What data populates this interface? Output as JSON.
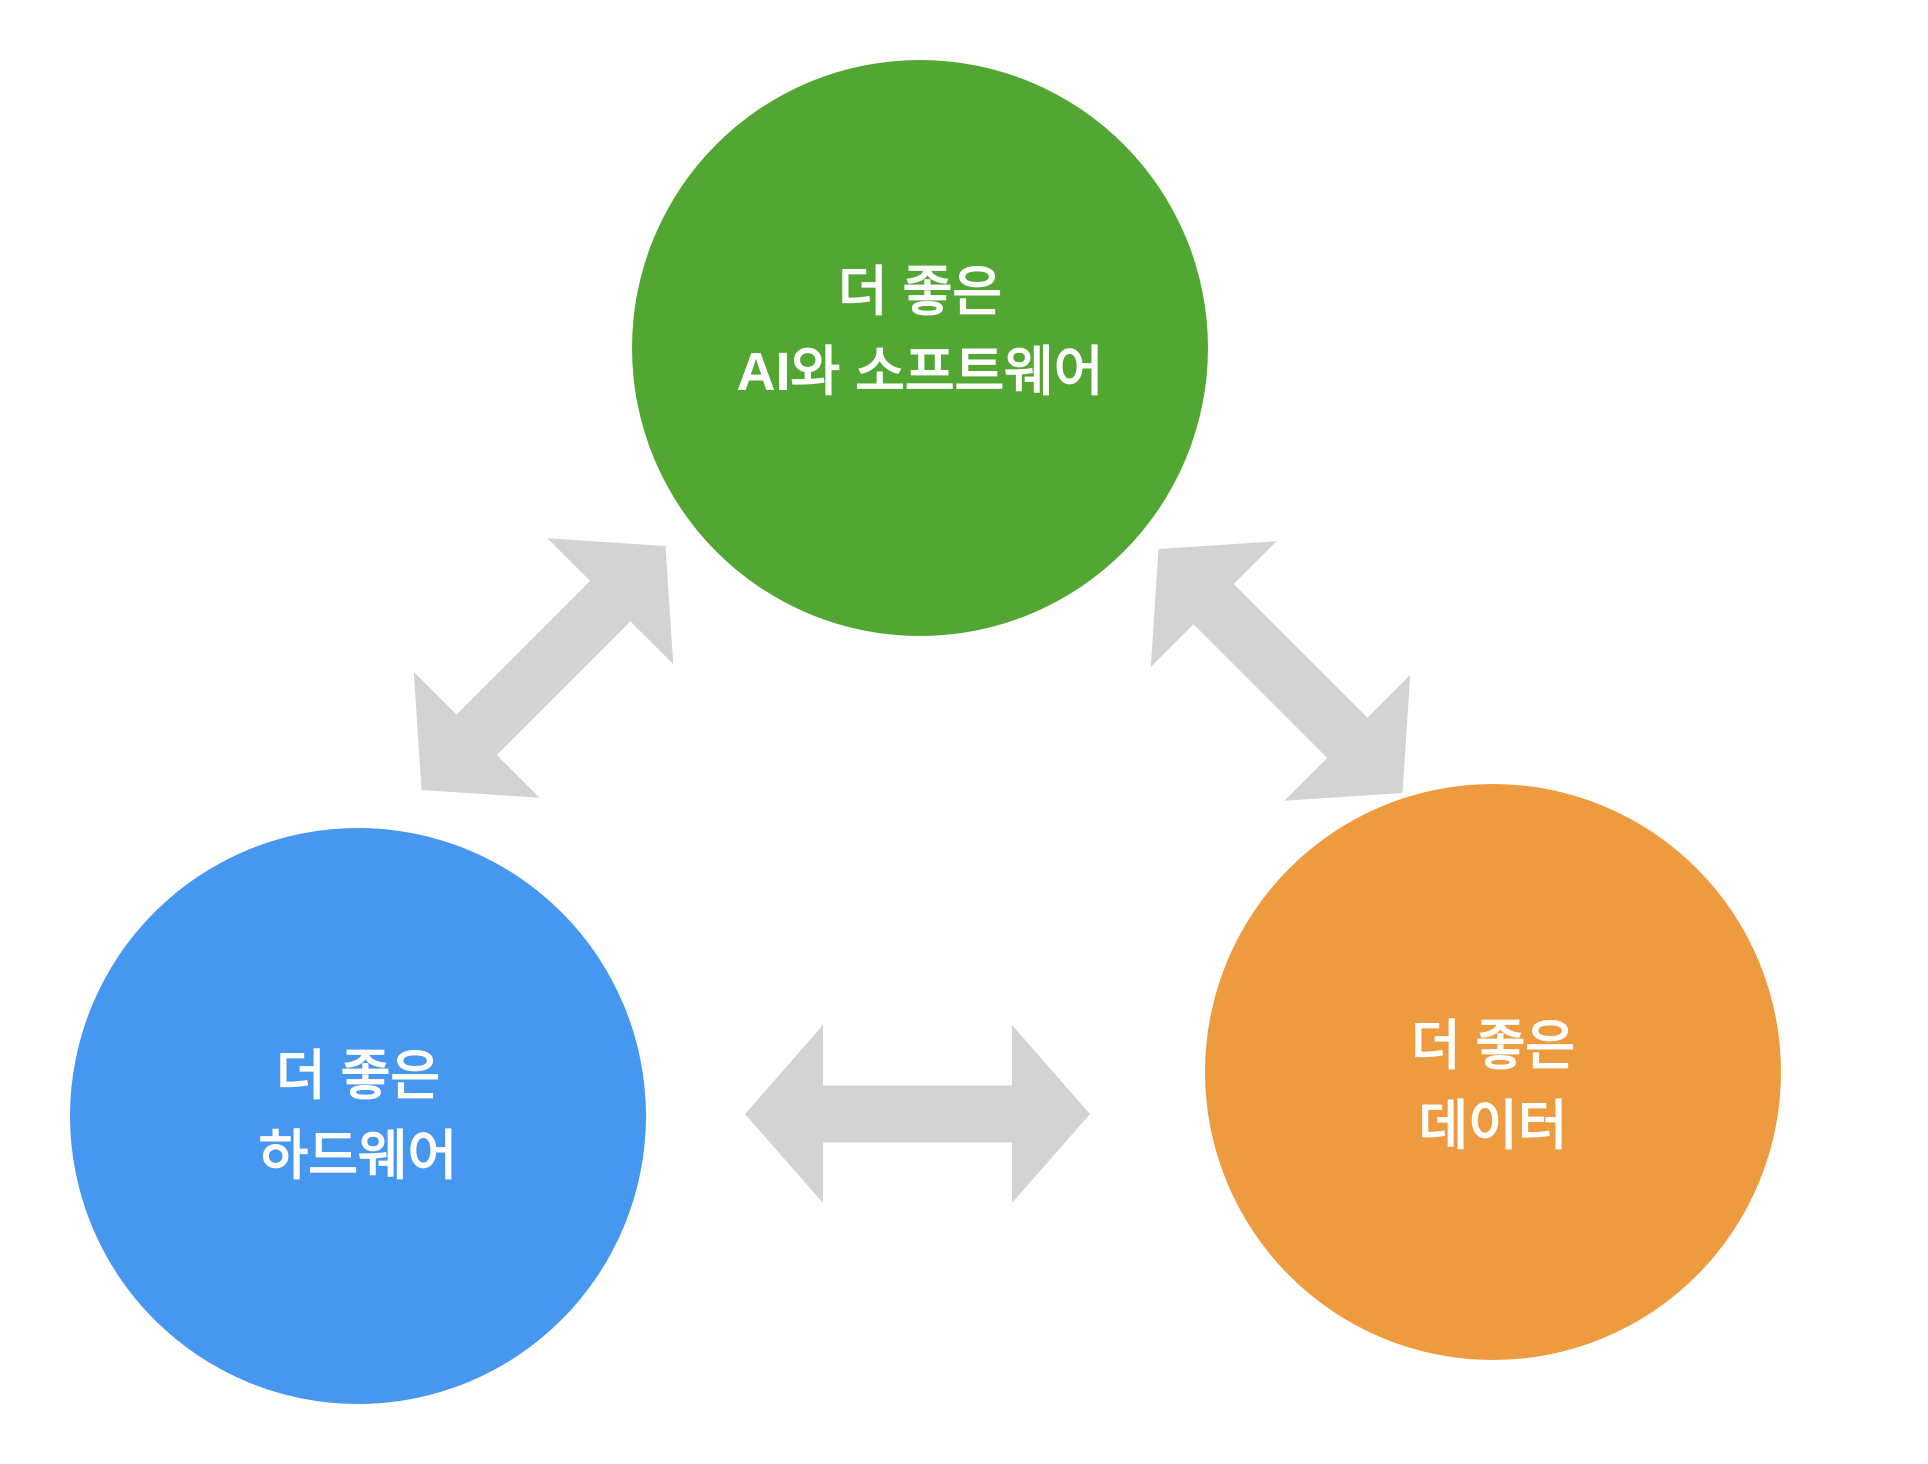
{
  "diagram": {
    "background": "#FFFFFF",
    "text_color": "#FFFFFF",
    "arrow_color": "#D3D3D3",
    "nodes": [
      {
        "id": "ai-software",
        "position": "top-center",
        "color": "#52A733",
        "line1": "더 좋은",
        "line2": "AI와 소프트웨어"
      },
      {
        "id": "hardware",
        "position": "bottom-left",
        "color": "#4697F0",
        "line1": "더 좋은",
        "line2": "하드웨어"
      },
      {
        "id": "data",
        "position": "bottom-right",
        "color": "#EE9A3F",
        "line1": "더 좋은",
        "line2": "데이터"
      }
    ],
    "edges": [
      {
        "from": "ai-software",
        "to": "hardware",
        "bidirectional": true
      },
      {
        "from": "ai-software",
        "to": "data",
        "bidirectional": true
      },
      {
        "from": "hardware",
        "to": "data",
        "bidirectional": true
      }
    ]
  }
}
